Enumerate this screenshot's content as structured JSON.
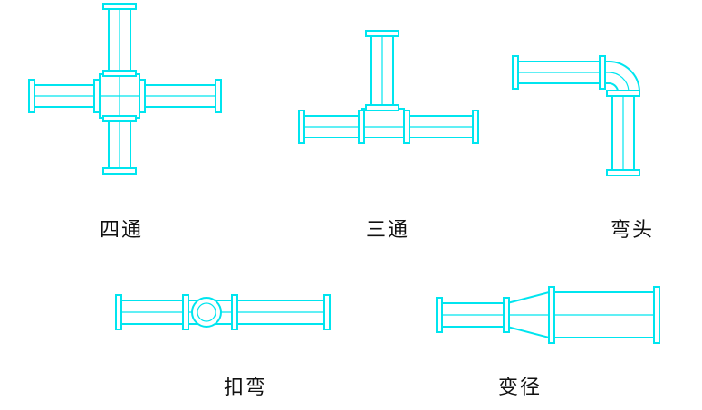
{
  "colors": {
    "pipe": "#00e5ef",
    "background": "#ffffff",
    "label": "#111111"
  },
  "labels": {
    "cross": "四通",
    "tee": "三通",
    "elbow": "弯头",
    "bypass_bend": "扣弯",
    "reducer": "变径"
  }
}
